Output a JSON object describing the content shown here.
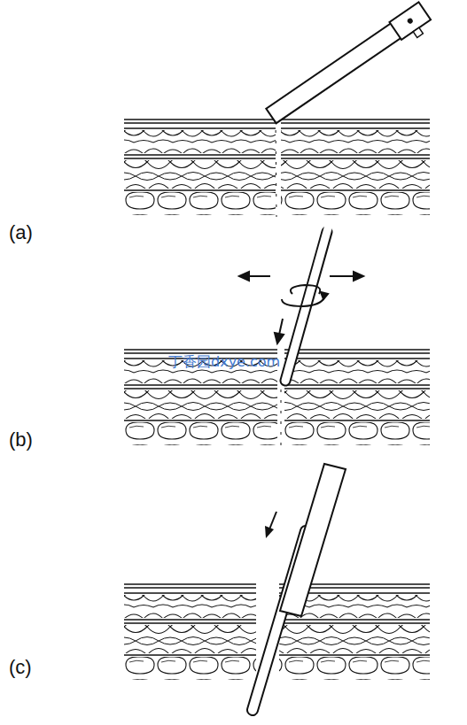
{
  "diagram": {
    "labels": [
      "(a)",
      "(b)",
      "(c)",
      "丁香园dxye.com"
    ]
  }
}
